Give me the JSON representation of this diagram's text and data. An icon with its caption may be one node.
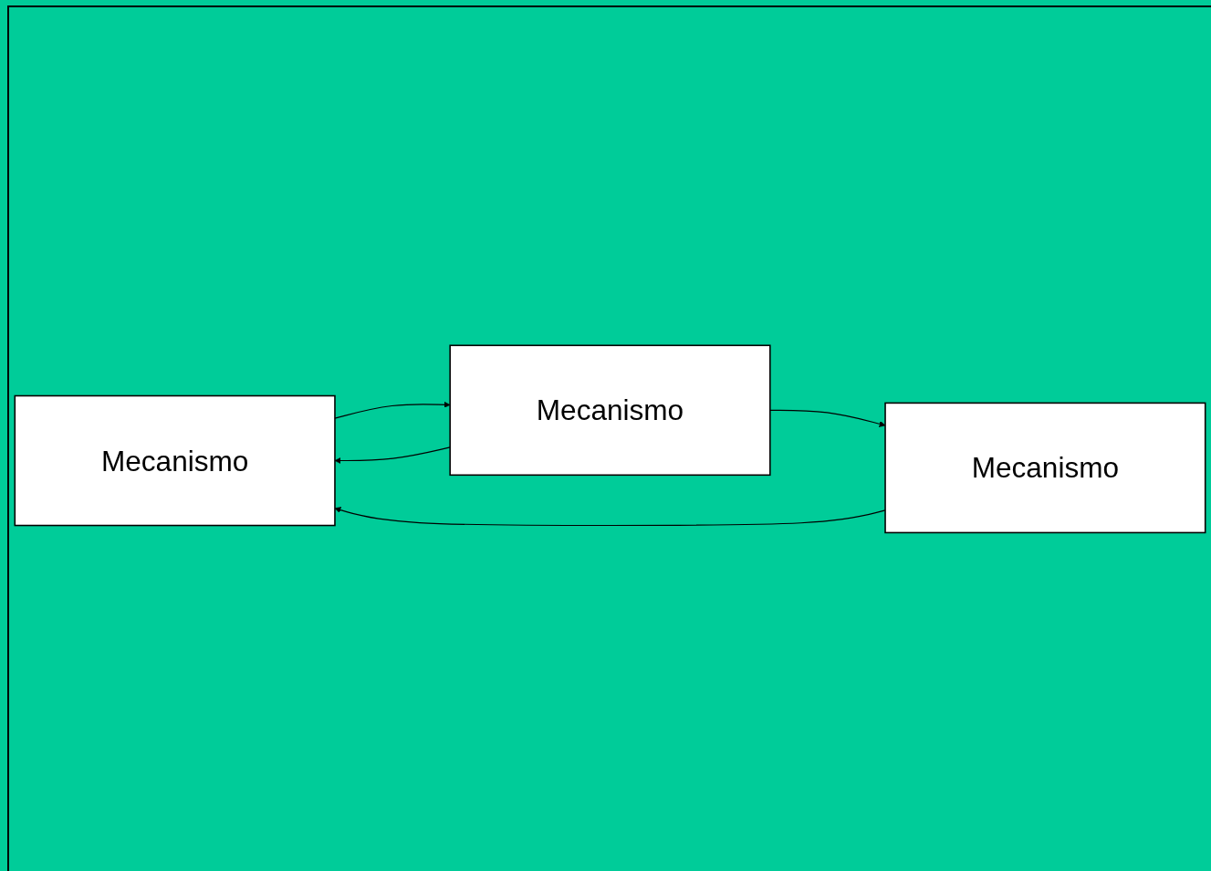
{
  "diagram": {
    "nodes": [
      {
        "text": [
          "Mecanismo"
        ]
      },
      {
        "text": [
          "Mecanismo"
        ]
      },
      {
        "text": [
          "Mecanismo"
        ]
      }
    ],
    "edges": [
      {
        "from": 0,
        "to": 1,
        "arrow": "to"
      },
      {
        "from": 1,
        "to": 0,
        "arrow": "to"
      },
      {
        "from": 1,
        "to": 2,
        "arrow": "to"
      },
      {
        "from": 2,
        "to": 0,
        "arrow": "to"
      }
    ]
  }
}
